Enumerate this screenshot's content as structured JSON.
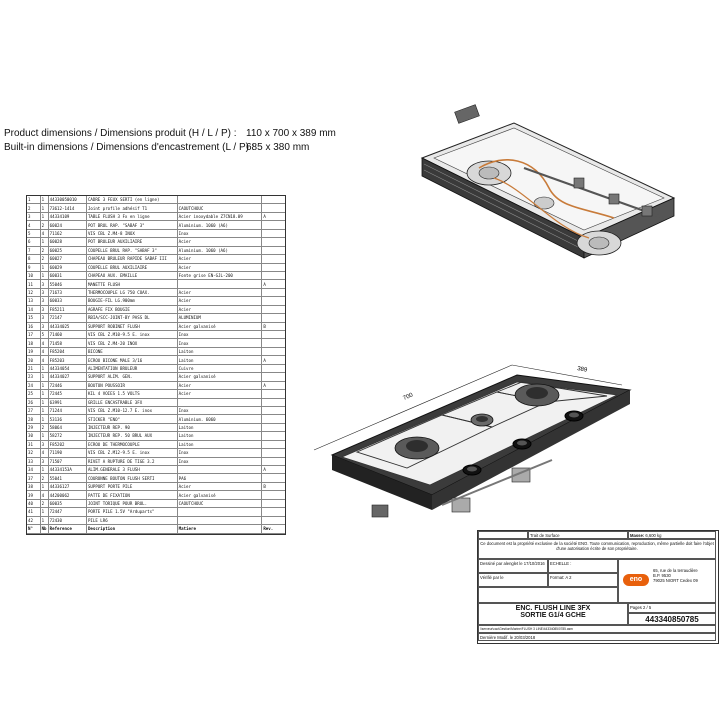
{
  "dimensions": {
    "product_label": "Product dimensions / Dimensions produit (H / L / P) :",
    "product_value": "110 x 700 x 389 mm",
    "builtin_label": "Built-in dimensions / Dimensions d'encastrement (L / P) :",
    "builtin_value": "685 x 380 mm"
  },
  "parts_header": [
    "N°",
    "Nb",
    "Reference",
    "Description",
    "Matiere",
    "Rev."
  ],
  "parts": [
    [
      "1",
      "1",
      "44330050010",
      "CADRE 3 FEUX SERTI (en ligne)",
      "",
      ""
    ],
    [
      "2",
      "1",
      "73612-1414",
      "Joint profile adhésif T1",
      "CAOUTCHOUC",
      ""
    ],
    [
      "3",
      "1",
      "44334109",
      "TABLE FLUSH 3 Fx en ligne",
      "Acier inoxydable Z7CN18.09",
      "A"
    ],
    [
      "4",
      "2",
      "60024",
      "POT BRUL RAP. \"SABAF 3\"",
      "Aluminium. 1060 (A6)",
      ""
    ],
    [
      "5",
      "4",
      "71162",
      "VIS CBL Z.M4-8 INOX",
      "Inox",
      ""
    ],
    [
      "6",
      "1",
      "60028",
      "POT BRULEUR AUXILIAIRE",
      "Acier",
      ""
    ],
    [
      "7",
      "2",
      "60025",
      "COUPELLE BRUL RAP. \"SABAF 3\"",
      "Aluminium. 1060 (A6)",
      ""
    ],
    [
      "8",
      "2",
      "60027",
      "CHAPEAU BRULEUR RAPIDE SABAF III",
      "Acier",
      ""
    ],
    [
      "9",
      "1",
      "60029",
      "COUPELLE BRUL AUXILIAIRE",
      "Acier",
      ""
    ],
    [
      "10",
      "1",
      "60031",
      "CHAPEAU AUX. EMAILLE",
      "Fonte grise EN-GJL-200",
      ""
    ],
    [
      "11",
      "3",
      "55046",
      "MANETTE FLUSH",
      "",
      "A"
    ],
    [
      "12",
      "3",
      "71673",
      "THERMOCOUPLE LG 750 COAX.",
      "Acier",
      ""
    ],
    [
      "13",
      "3",
      "60033",
      "BOUGIE-FIL LG.900mm",
      "Acier",
      ""
    ],
    [
      "14",
      "3",
      "F85211",
      "AGRAFE FIX BOUGIE",
      "Acier",
      ""
    ],
    [
      "15",
      "3",
      "72147",
      "RBIA/SCC-JOINT-BY PASS DL",
      "ALUMINIUM",
      ""
    ],
    [
      "16",
      "3",
      "44334025",
      "SUPPORT ROBINET FLUSH",
      "Acier galvanisé",
      "B"
    ],
    [
      "17",
      "5",
      "71460",
      "VIS CBL Z.M10-9.5 E. inox",
      "Inox",
      ""
    ],
    [
      "18",
      "4",
      "71458",
      "VIS CBL Z.M4-20 INOX",
      "Inox",
      ""
    ],
    [
      "19",
      "4",
      "F85204",
      "BICONE",
      "Laiton",
      ""
    ],
    [
      "20",
      "4",
      "F85203",
      "ECROU BICONE MALE 3/16",
      "Laiton",
      "A"
    ],
    [
      "21",
      "1",
      "44334054",
      "ALIMENTATION BRULEUR",
      "Cuivre",
      ""
    ],
    [
      "23",
      "1",
      "44334027",
      "SUPPORT ALIM. GEN.",
      "Acier galvanisé",
      ""
    ],
    [
      "24",
      "1",
      "72446",
      "BOUTON POUSSOIR",
      "Acier",
      "A"
    ],
    [
      "25",
      "1",
      "72445",
      "KIL 4 VOIES 1.5 VOLTS",
      "Acier",
      ""
    ],
    [
      "26",
      "1",
      "63991",
      "GRILLE ENCASTRABLE 3FX",
      "",
      ""
    ],
    [
      "27",
      "1",
      "71244",
      "VIS CBL Z.M10-12.7 E. inox",
      "Inox",
      ""
    ],
    [
      "28",
      "1",
      "53136",
      "STICKER \"ENO\"",
      "Aluminium. 6060",
      ""
    ],
    [
      "29",
      "2",
      "58064",
      "INJECTEUR REP. 90",
      "Laiton",
      ""
    ],
    [
      "30",
      "1",
      "58272",
      "INJECTEUR REP. 50 BRUL AUX",
      "Laiton",
      ""
    ],
    [
      "31",
      "3",
      "F85202",
      "ECROU DE THERMOCOUPLE",
      "Laiton",
      ""
    ],
    [
      "32",
      "4",
      "71190",
      "VIS CBL Z.M12-9.5 E. inox",
      "Inox",
      ""
    ],
    [
      "33",
      "3",
      "71507",
      "RIVET A RUPTURE DE TIGE 3.2",
      "Inox",
      ""
    ],
    [
      "34",
      "1",
      "44334153A",
      "ALIM.GENERALE 3 FLUSH",
      "",
      "A"
    ],
    [
      "37",
      "2",
      "55041",
      "COURONNE BOUTON FLUSH SERTI",
      "PA6",
      ""
    ],
    [
      "38",
      "1",
      "44336127",
      "SUPPORT PORTE PILE",
      "Acier",
      "B"
    ],
    [
      "39",
      "4",
      "44200062",
      "PATTE DE FIXATION",
      "Acier galvanisé",
      ""
    ],
    [
      "40",
      "2",
      "60035",
      "JOINT TORIQUE POUR BRUL.",
      "CAOUTCHOUC",
      ""
    ],
    [
      "41",
      "1",
      "72447",
      "PORTE PILE 1.5V \"Arduparts\"",
      "",
      ""
    ],
    [
      "42",
      "1",
      "72430",
      "PILE LR6",
      "",
      ""
    ]
  ],
  "title_block": {
    "trait_label": "Trait de Surface",
    "masse_label": "Masse:",
    "masse_value": "6,600 kg",
    "notice": "Ce document est la propriété exclusive de la société ENO. Toute communication, reproduction, même partielle doit faire l'objet d'une autorisation écrite de son propriétaire.",
    "dessine_label": "Dessiné par alenglet",
    "dessine_date": "le 17/10/2016",
    "echelle_label": "ECHELLE :",
    "verifie_label": "Vérifié par",
    "verifie_date": "le",
    "format_label": "Format: A 2",
    "company_address_1": "65, rue de la terraudière",
    "company_address_2": "B.P. 9530",
    "company_address_3": "79025 NIORT Cedex 09",
    "logo_text": "eno",
    "product_name_1": "ENC. FLUSH LINE 3FX",
    "product_name_2": "SORTIE G1/4 GCHE",
    "pages_label": "Pages",
    "pages_value": "2 / 5",
    "reference": "443340850785",
    "file_path": "\\\\serveur\\cao\\Gestion\\Marine\\FLUSH 3 LINE\\44334085\\0785.asm",
    "derniere_modif": "Dernière Modif. le 20/03/2018"
  },
  "drawing_labels": {
    "width": "700",
    "depth": "389"
  }
}
